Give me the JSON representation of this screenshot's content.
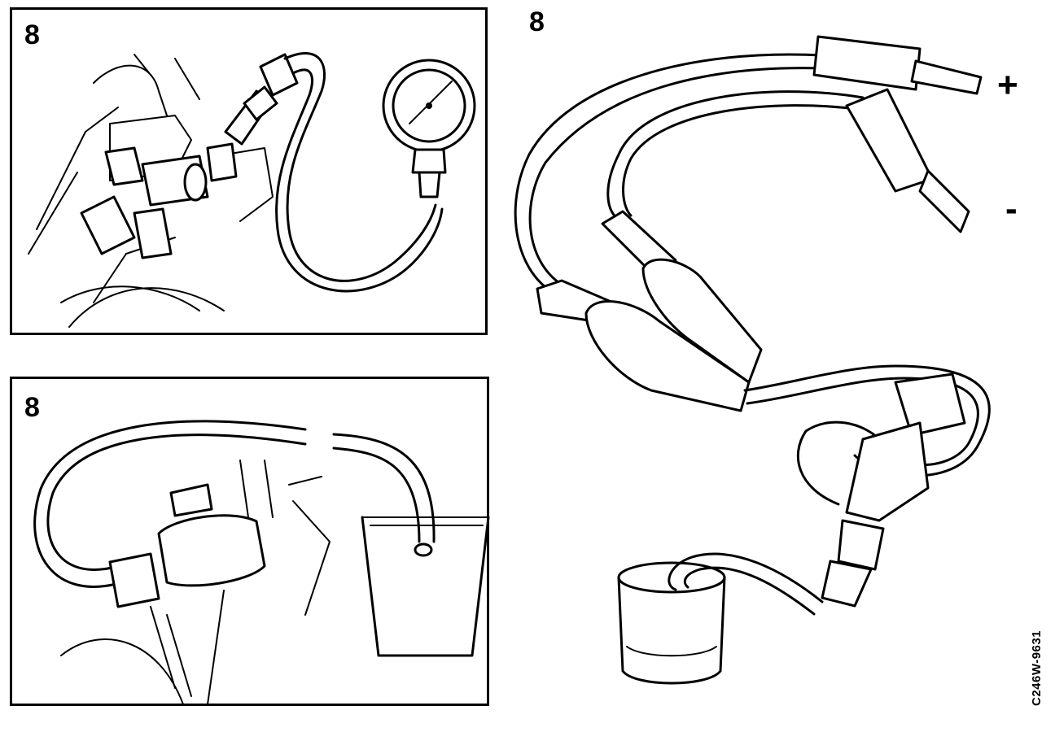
{
  "panels": {
    "top_left": {
      "step": "8"
    },
    "bottom_left": {
      "step": "8"
    },
    "right": {
      "step": "8",
      "plus_label": "+",
      "minus_label": "-"
    }
  },
  "figure_code": "C246W-9631"
}
